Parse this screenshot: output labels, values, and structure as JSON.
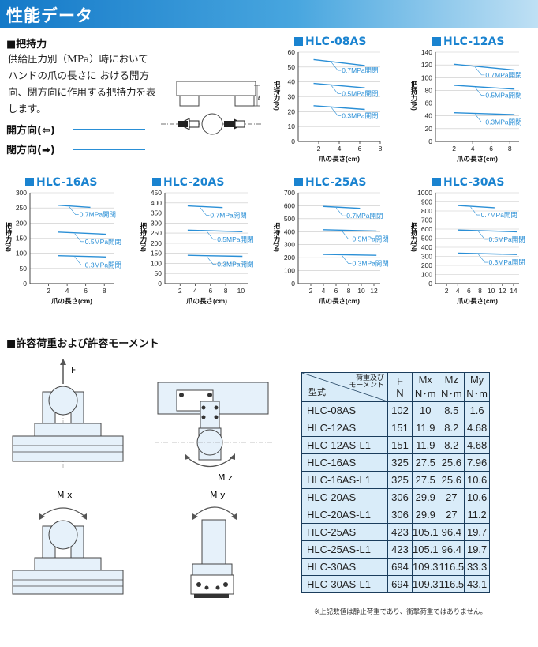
{
  "header": {
    "title": "性能データ"
  },
  "grip": {
    "heading": "■把持力",
    "description": "供給圧力別（MPa）時において ハンドの爪の長さに おける開方向、閉方向に作用する把持力を表します。",
    "open_label": "開方向(⇦)",
    "close_label": "閉方向(➡)"
  },
  "charts": {
    "ylabel": "把持力(N)",
    "xlabel": "爪の長さ(cm)",
    "c08": {
      "title": "HLC-08AS"
    },
    "c12": {
      "title": "HLC-12AS"
    },
    "c16": {
      "title": "HLC-16AS"
    },
    "c20": {
      "title": "HLC-20AS"
    },
    "c25": {
      "title": "HLC-25AS"
    },
    "c30": {
      "title": "HLC-30AS"
    }
  },
  "chart_data": [
    {
      "type": "line",
      "title": "HLC-08AS",
      "xlabel": "爪の長さ(cm)",
      "ylabel": "把持力(N)",
      "xlim": [
        0,
        8
      ],
      "xticks": [
        2,
        4,
        6,
        8
      ],
      "ylim": [
        0,
        60
      ],
      "yticks": [
        0,
        10,
        20,
        30,
        40,
        50,
        60
      ],
      "series": [
        {
          "name": "0.7MPa開閉",
          "x": [
            1.5,
            6.5
          ],
          "y": [
            55,
            51
          ]
        },
        {
          "name": "0.5MPa開閉",
          "x": [
            1.5,
            6.5
          ],
          "y": [
            39,
            36
          ]
        },
        {
          "name": "0.3MPa開閉",
          "x": [
            1.5,
            6.5
          ],
          "y": [
            24,
            21.5
          ]
        }
      ]
    },
    {
      "type": "line",
      "title": "HLC-12AS",
      "xlabel": "爪の長さ(cm)",
      "ylabel": "把持力(N)",
      "xlim": [
        0,
        9
      ],
      "xticks": [
        2,
        4,
        6,
        8
      ],
      "ylim": [
        0,
        140
      ],
      "yticks": [
        0,
        20,
        40,
        60,
        80,
        100,
        120,
        140
      ],
      "series": [
        {
          "name": "0.7MPa開閉",
          "x": [
            2,
            8.5
          ],
          "y": [
            121,
            112
          ]
        },
        {
          "name": "0.5MPa開閉",
          "x": [
            2,
            8.5
          ],
          "y": [
            88,
            82
          ]
        },
        {
          "name": "0.3MPa開閉",
          "x": [
            2,
            8.5
          ],
          "y": [
            45,
            42
          ]
        }
      ]
    },
    {
      "type": "line",
      "title": "HLC-16AS",
      "xlabel": "爪の長さ(cm)",
      "ylabel": "把持力(N)",
      "xlim": [
        0,
        9
      ],
      "xticks": [
        2,
        4,
        6,
        8
      ],
      "ylim": [
        0,
        300
      ],
      "yticks": [
        0,
        50,
        100,
        150,
        200,
        250,
        300
      ],
      "series": [
        {
          "name": "0.7MPa開閉",
          "x": [
            3,
            6.5
          ],
          "y": [
            259,
            252
          ]
        },
        {
          "name": "0.5MPa開閉",
          "x": [
            3,
            8.2
          ],
          "y": [
            170,
            163
          ]
        },
        {
          "name": "0.3MPa開閉",
          "x": [
            3,
            8.2
          ],
          "y": [
            92,
            88
          ]
        }
      ]
    },
    {
      "type": "line",
      "title": "HLC-20AS",
      "xlabel": "爪の長さ(cm)",
      "ylabel": "把持力(N)",
      "xlim": [
        0,
        11
      ],
      "xticks": [
        2,
        4,
        6,
        8,
        10
      ],
      "ylim": [
        0,
        450
      ],
      "yticks": [
        0,
        50,
        100,
        150,
        200,
        250,
        300,
        350,
        400,
        450
      ],
      "series": [
        {
          "name": "0.7MPa開閉",
          "x": [
            3,
            7.6
          ],
          "y": [
            385,
            377
          ]
        },
        {
          "name": "0.5MPa開閉",
          "x": [
            3,
            10.2
          ],
          "y": [
            265,
            257
          ]
        },
        {
          "name": "0.3MPa開閉",
          "x": [
            3,
            10.2
          ],
          "y": [
            140,
            135
          ]
        }
      ]
    },
    {
      "type": "line",
      "title": "HLC-25AS",
      "xlabel": "爪の長さ(cm)",
      "ylabel": "把持力(N)",
      "xlim": [
        0,
        13
      ],
      "xticks": [
        2,
        4,
        6,
        8,
        10,
        12
      ],
      "ylim": [
        0,
        700
      ],
      "yticks": [
        0,
        100,
        200,
        300,
        400,
        500,
        600,
        700
      ],
      "series": [
        {
          "name": "0.7MPa開閉",
          "x": [
            4,
            9.8
          ],
          "y": [
            595,
            580
          ]
        },
        {
          "name": "0.5MPa開閉",
          "x": [
            4,
            12.4
          ],
          "y": [
            415,
            405
          ]
        },
        {
          "name": "0.3MPa開閉",
          "x": [
            4,
            12.4
          ],
          "y": [
            225,
            218
          ]
        }
      ]
    },
    {
      "type": "line",
      "title": "HLC-30AS",
      "xlabel": "爪の長さ(cm)",
      "ylabel": "把持力(N)",
      "xlim": [
        0,
        15
      ],
      "xticks": [
        2,
        4,
        6,
        8,
        10,
        12,
        14
      ],
      "ylim": [
        0,
        1000
      ],
      "yticks": [
        0,
        100,
        200,
        300,
        400,
        500,
        600,
        700,
        800,
        900,
        1000
      ],
      "series": [
        {
          "name": "0.7MPa開閉",
          "x": [
            4,
            10.6
          ],
          "y": [
            860,
            835
          ]
        },
        {
          "name": "0.5MPa開閉",
          "x": [
            4,
            14.6
          ],
          "y": [
            590,
            570
          ]
        },
        {
          "name": "0.3MPa開閉",
          "x": [
            4,
            14.6
          ],
          "y": [
            335,
            320
          ]
        }
      ]
    }
  ],
  "load": {
    "heading": "■許容荷重および許容モーメント",
    "labels": {
      "F": "F",
      "Mz": "M z",
      "Mx": "M x",
      "My": "M y"
    }
  },
  "table": {
    "corner_top": "荷重及び",
    "corner_top2": "モーメント",
    "corner_bottom": "型式",
    "headers": [
      {
        "a": "F",
        "b": "N"
      },
      {
        "a": "Mx",
        "b": "N･m"
      },
      {
        "a": "Mz",
        "b": "N･m"
      },
      {
        "a": "My",
        "b": "N･m"
      }
    ],
    "rows": [
      {
        "model": "HLC-08AS",
        "f": "102",
        "mx": "10",
        "mz": "8.5",
        "my": "1.6"
      },
      {
        "model": "HLC-12AS",
        "f": "151",
        "mx": "11.9",
        "mz": "8.2",
        "my": "4.68"
      },
      {
        "model": "HLC-12AS-L1",
        "f": "151",
        "mx": "11.9",
        "mz": "8.2",
        "my": "4.68"
      },
      {
        "model": "HLC-16AS",
        "f": "325",
        "mx": "27.5",
        "mz": "25.6",
        "my": "7.96"
      },
      {
        "model": "HLC-16AS-L1",
        "f": "325",
        "mx": "27.5",
        "mz": "25.6",
        "my": "10.6"
      },
      {
        "model": "HLC-20AS",
        "f": "306",
        "mx": "29.9",
        "mz": "27",
        "my": "10.6"
      },
      {
        "model": "HLC-20AS-L1",
        "f": "306",
        "mx": "29.9",
        "mz": "27",
        "my": "11.2"
      },
      {
        "model": "HLC-25AS",
        "f": "423",
        "mx": "105.1",
        "mz": "96.4",
        "my": "19.7"
      },
      {
        "model": "HLC-25AS-L1",
        "f": "423",
        "mx": "105.1",
        "mz": "96.4",
        "my": "19.7"
      },
      {
        "model": "HLC-30AS",
        "f": "694",
        "mx": "109.3",
        "mz": "116.5",
        "my": "33.3"
      },
      {
        "model": "HLC-30AS-L1",
        "f": "694",
        "mx": "109.3",
        "mz": "116.5",
        "my": "43.1"
      }
    ],
    "note": "※上記数値は静止荷重であり、衝撃荷重ではありません。"
  },
  "colors": {
    "accent": "#1a83d0",
    "line": "#2a8fd6",
    "table_bg": "#d9ecf9",
    "part_fill": "#e6f1fa"
  }
}
